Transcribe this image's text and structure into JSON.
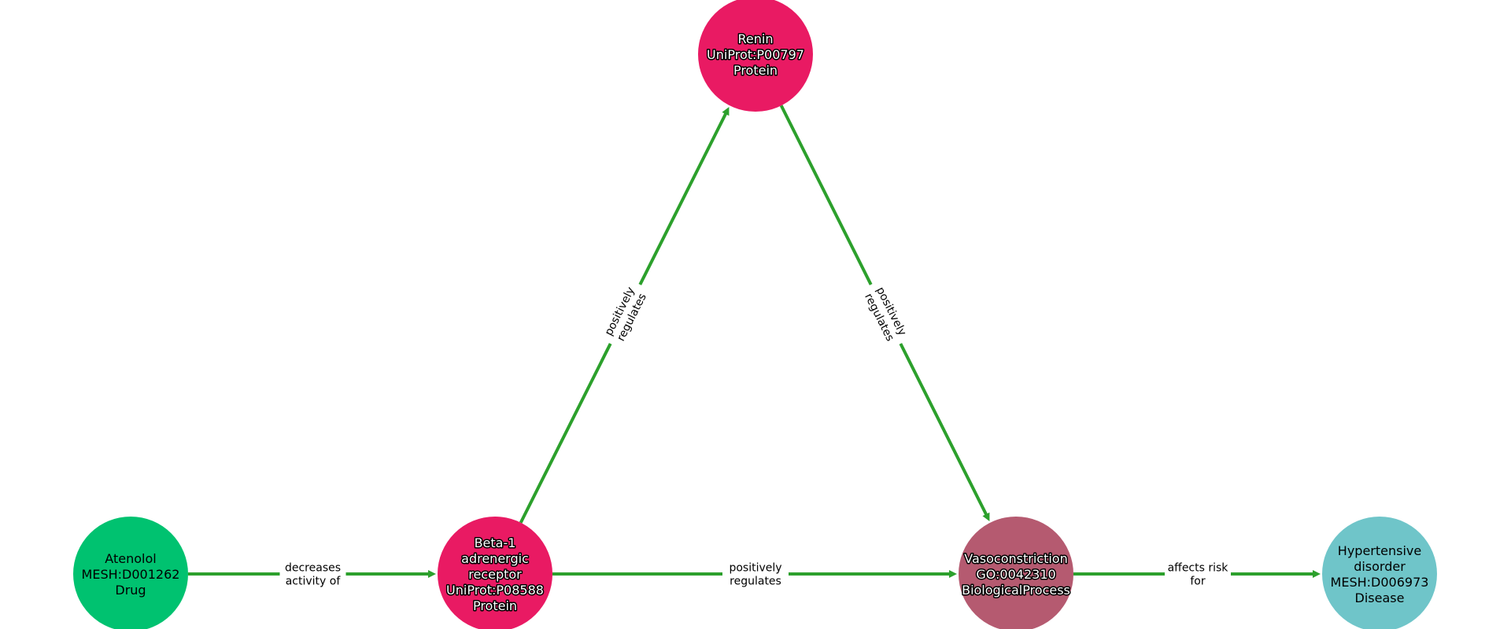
{
  "colors": {
    "edge": "#2ca02c",
    "drug": "#00c270",
    "protein": "#e91a63",
    "process": "#b55a70",
    "disease": "#6fc5c9"
  },
  "nodes": [
    {
      "id": "atenolol",
      "lines": [
        "Atenolol",
        "MESH:D001262",
        "Drug"
      ],
      "type": "drug",
      "outlined": false
    },
    {
      "id": "beta1",
      "lines": [
        "Beta-1",
        "adrenergic",
        "receptor",
        "UniProt:P08588",
        "Protein"
      ],
      "type": "protein",
      "outlined": true
    },
    {
      "id": "renin",
      "lines": [
        "Renin",
        "UniProt:P00797",
        "Protein"
      ],
      "type": "protein",
      "outlined": true
    },
    {
      "id": "vaso",
      "lines": [
        "Vasoconstriction",
        "GO:0042310",
        "BiologicalProcess"
      ],
      "type": "process",
      "outlined": true
    },
    {
      "id": "hyper",
      "lines": [
        "Hypertensive",
        "disorder",
        "MESH:D006973",
        "Disease"
      ],
      "type": "disease",
      "outlined": false
    }
  ],
  "edges": [
    {
      "source": "atenolol",
      "target": "beta1",
      "lines": [
        "decreases",
        "activity of"
      ]
    },
    {
      "source": "beta1",
      "target": "renin",
      "lines": [
        "positively",
        "regulates"
      ]
    },
    {
      "source": "renin",
      "target": "vaso",
      "lines": [
        "positively",
        "regulates"
      ]
    },
    {
      "source": "beta1",
      "target": "vaso",
      "lines": [
        "positively",
        "regulates"
      ]
    },
    {
      "source": "vaso",
      "target": "hyper",
      "lines": [
        "affects risk",
        "for"
      ]
    }
  ]
}
